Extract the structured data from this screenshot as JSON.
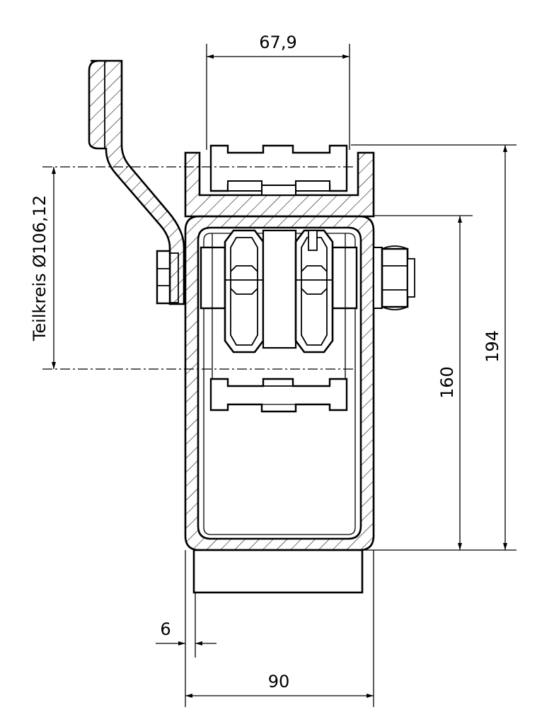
{
  "drawing": {
    "type": "technical-section-drawing",
    "line_color": "#000000",
    "background": "#ffffff"
  },
  "dimensions": {
    "top_width": "67,9",
    "pitch_circle": "Teilkreis Ø106,12",
    "total_height": "194",
    "inner_height": "160",
    "wall_thickness": "6",
    "total_width": "90"
  }
}
